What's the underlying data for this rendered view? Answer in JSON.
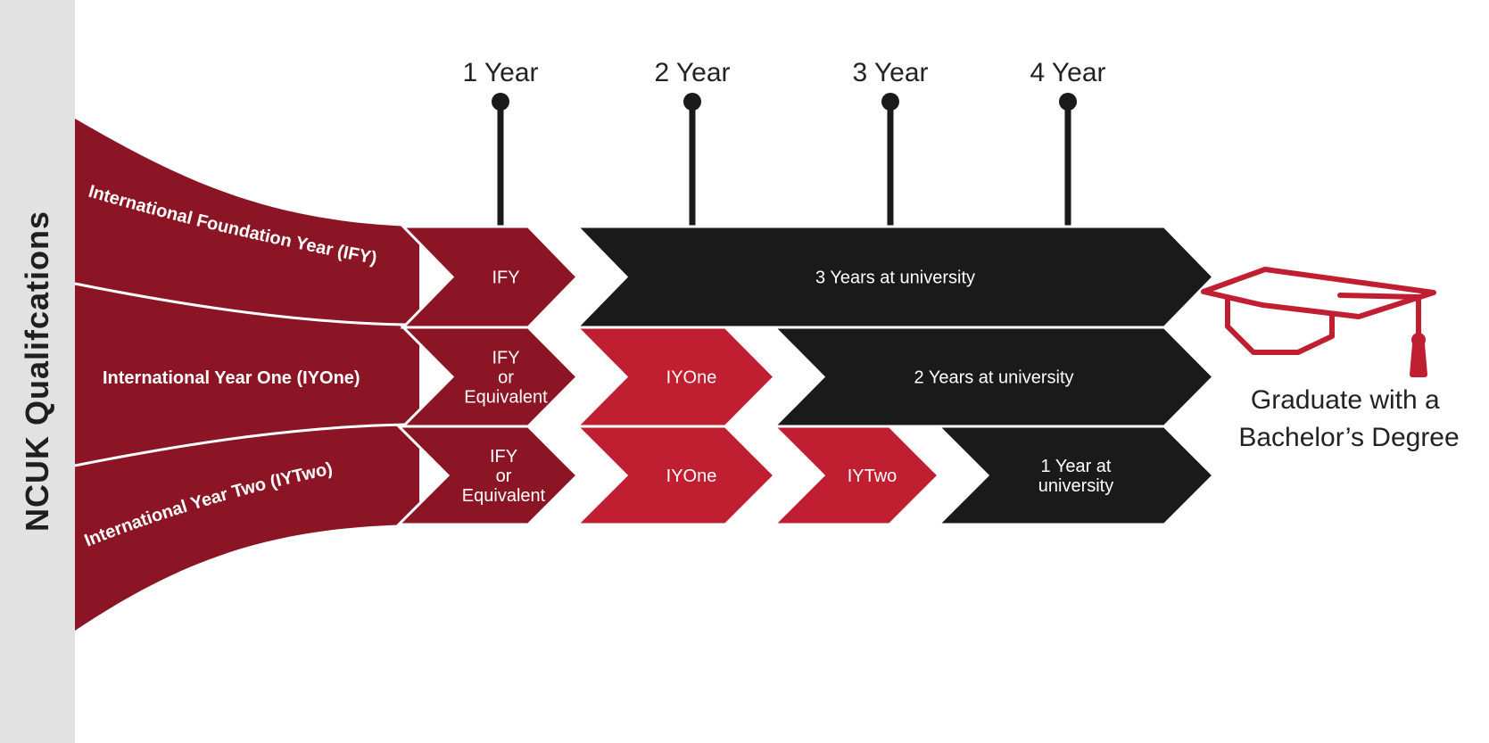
{
  "sidebar_title": "NCUK Qualifcations",
  "timeline": [
    "1 Year",
    "2 Year",
    "3 Year",
    "4 Year"
  ],
  "routes": [
    {
      "name": "International Foundation Year (IFY)",
      "stages": [
        {
          "lines": [
            "IFY"
          ],
          "color": "#8b1525"
        },
        {
          "lines": [
            "3 Years at university"
          ],
          "color": "#1a1a1a"
        }
      ]
    },
    {
      "name": "International Year One (IYOne)",
      "stages": [
        {
          "lines": [
            "IFY",
            "or",
            "Equivalent"
          ],
          "color": "#8b1525"
        },
        {
          "lines": [
            "IYOne"
          ],
          "color": "#c01f32"
        },
        {
          "lines": [
            "2 Years at university"
          ],
          "color": "#1a1a1a"
        }
      ]
    },
    {
      "name": "International Year Two (IYTwo)",
      "stages": [
        {
          "lines": [
            "IFY",
            "or",
            "Equivalent"
          ],
          "color": "#8b1525"
        },
        {
          "lines": [
            "IYOne"
          ],
          "color": "#c01f32"
        },
        {
          "lines": [
            "IYTwo"
          ],
          "color": "#c01f32"
        },
        {
          "lines": [
            "1 Year at",
            "university"
          ],
          "color": "#1a1a1a"
        }
      ]
    }
  ],
  "outcome": {
    "lines": [
      "Graduate with a",
      "Bachelor’s Degree"
    ],
    "icon": "graduation-cap-icon"
  },
  "colors": {
    "dark_red": "#8b1525",
    "red": "#c01f32",
    "black": "#1a1a1a",
    "timeline": "#1a1a1a"
  }
}
